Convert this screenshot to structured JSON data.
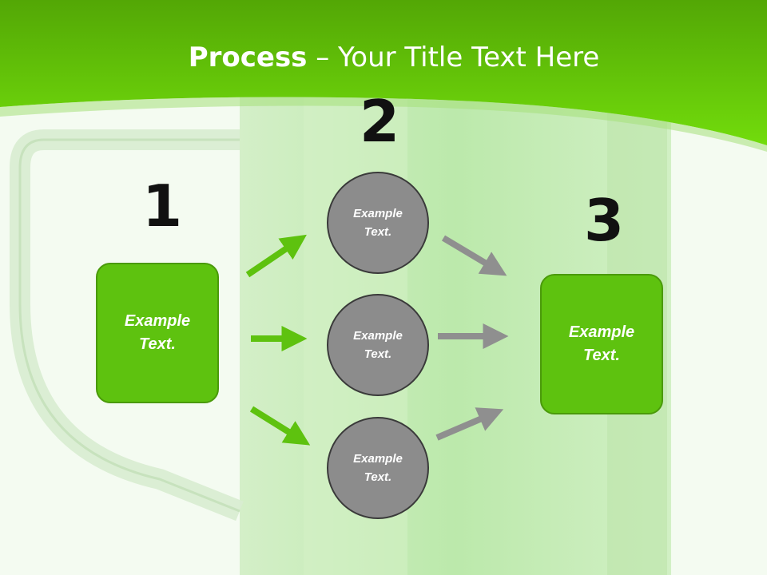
{
  "title": {
    "bold": "Process",
    "rest": " – Your Title Text Here"
  },
  "steps": [
    {
      "number": "1",
      "text": "Example\nText."
    },
    {
      "number": "2",
      "text": ""
    },
    {
      "number": "3",
      "text": "Example\nText."
    }
  ],
  "circles": [
    {
      "text": "Example\nText."
    },
    {
      "text": "Example\nText."
    },
    {
      "text": "Example\nText."
    }
  ],
  "colors": {
    "accent_green": "#5ec20f",
    "banner_green": "#6bd40d",
    "circle_gray": "#8c8c8c",
    "arrow_gray": "#8f8f8f"
  }
}
